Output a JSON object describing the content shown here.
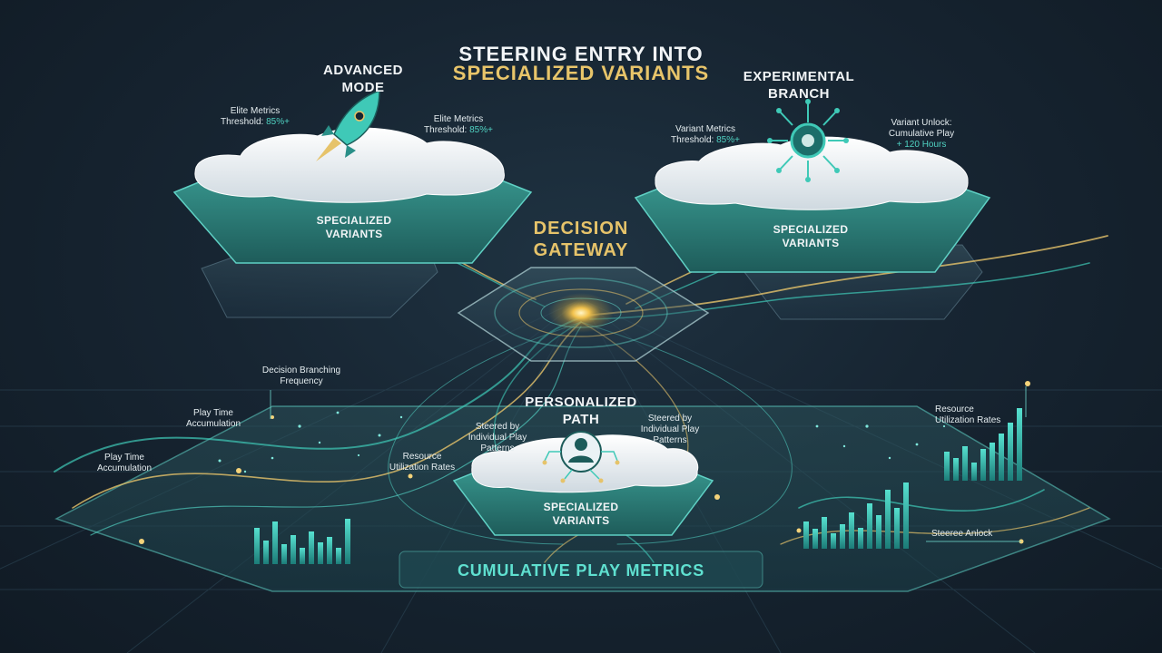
{
  "title": {
    "line1": "STEERING ENTRY INTO",
    "line2": "SPECIALIZED VARIANTS"
  },
  "advanced": {
    "title_line1": "ADVANCED",
    "title_line2": "MODE",
    "label_line1": "SPECIALIZED",
    "label_line2": "VARIANTS",
    "note_left": {
      "line1": "Elite Metrics",
      "line2_prefix": "Threshold: ",
      "line2_value": "85%+"
    },
    "note_right": {
      "line1": "Elite Metrics",
      "line2_prefix": "Threshold: ",
      "line2_value": "85%+"
    },
    "icon": "rocket-icon"
  },
  "experimental": {
    "title_line1": "EXPERIMENTAL",
    "title_line2": "BRANCH",
    "label_line1": "SPECIALIZED",
    "label_line2": "VARIANTS",
    "note_left": {
      "line1": "Variant Metrics",
      "line2_prefix": "Threshold: ",
      "line2_value": "85%+"
    },
    "note_right": {
      "line1": "Variant Unlock:",
      "line2": "Cumulative Play",
      "line3": "+ 120 Hours"
    },
    "icon": "gear-circuit-icon"
  },
  "gateway": {
    "line1": "DECISION",
    "line2": "GATEWAY"
  },
  "personalized": {
    "title_line1": "PERSONALIZED",
    "title_line2": "PATH",
    "label_line1": "SPECIALIZED",
    "label_line2": "VARIANTS",
    "note_left": {
      "line1": "Steered by",
      "line2": "Individual Play",
      "line3": "Patterns"
    },
    "note_right": {
      "line1": "Steered by",
      "line2": "Individual Play",
      "line3": "Patterns"
    },
    "icon": "user-network-icon"
  },
  "left_annotations": {
    "decision_branching": {
      "line1": "Decision Branching",
      "line2": "Frequency"
    },
    "play_time_1": {
      "line1": "Play Time",
      "line2": "Accumulation"
    },
    "play_time_2": {
      "line1": "Play Time",
      "line2": "Accumulation"
    },
    "resource": {
      "line1": "Resource",
      "line2": "Utilization Rates"
    }
  },
  "right_annotations": {
    "resource": {
      "line1": "Resource",
      "line2": "Utilization Rates"
    },
    "steered_unlock": "Steeree Anlock"
  },
  "footer": "CUMULATIVE PLAY METRICS",
  "colors": {
    "teal": "#3fc9b7",
    "gold": "#e6c36a",
    "navy": "#172532"
  }
}
